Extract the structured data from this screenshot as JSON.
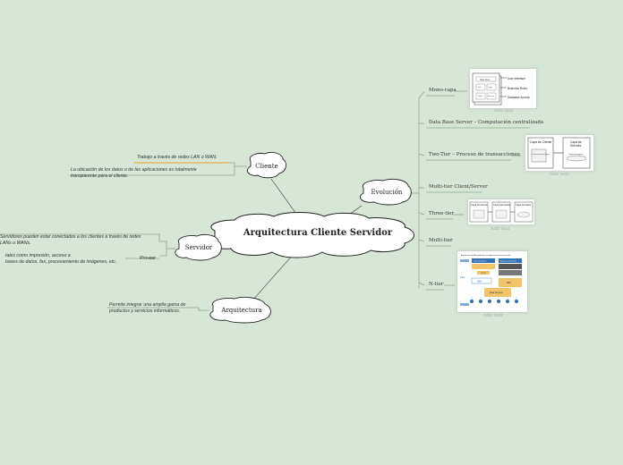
{
  "central": "Arquitectura Cliente Servidor",
  "nodes": {
    "cliente": "Cliente",
    "servidor": "Servidor",
    "arquitectura": "Arquitectura",
    "evolucion": "Evolución"
  },
  "cliente_notes": {
    "trabajo": "Trabajo a través de redes LAN o WAN.",
    "ubicacion_1": "La ubicación de los datos o de las aplicaciones es totalmente",
    "ubicacion_2": "transparente para el cliente."
  },
  "servidor_notes": {
    "conectados_1": "Servidores pueden estar conectados a los clientes a través de redes",
    "conectados_2": "LANs o WANs.",
    "proveer": "Proveer",
    "tales_1": "tales como impresión, acceso a",
    "tales_2": "bases de datos, fax, procesamiento de imágenes, etc."
  },
  "arquitectura_notes": {
    "permite_1": "Permite integrar una amplia gama de",
    "permite_2": "productos y servicios informáticos."
  },
  "evolucion_items": [
    "Mono-capa",
    "Data Base Server – Computación centralizada",
    "Two-Tier – Proceso de transacciones",
    "Multi-tier Client/Server",
    "Three-tier",
    "Multi-tier",
    "N-tier"
  ],
  "image_caption": "Add text",
  "thumb_monocapa": {
    "row1": "User interface",
    "row2": "Business Rules",
    "row3": "Database Access",
    "box1": "Data Store",
    "box2": "Intf",
    "box3": "Logic",
    "box4": "Data",
    "box5": "Access"
  },
  "thumb_twotier": {
    "left_title_1": "Capa de Cliente",
    "left_sub": "Presentación y lógica",
    "right_title_1": "Capa de",
    "right_title_2": "Servidor",
    "right_sub": "Lógica de negocio"
  },
  "thumb_threetier": {
    "c1": "Capa de Cliente",
    "c2": "Capa intermedia",
    "c3": "Capa de Datos"
  },
  "thumb_ntier": {
    "title": "Arquitectura de Microsoft para sus aplicaciones de tres niveles",
    "a": "Client Interface",
    "b": "Business Services",
    "c": "Data Services",
    "d": "HTTP",
    "e": "Web",
    "f": "ADO",
    "g": "Data"
  },
  "colors": {
    "background": "#d8e6d8",
    "line": "#666666",
    "branch": "#8da88d",
    "underline": "#e8a020",
    "bubble_fill": "#ffffff"
  }
}
